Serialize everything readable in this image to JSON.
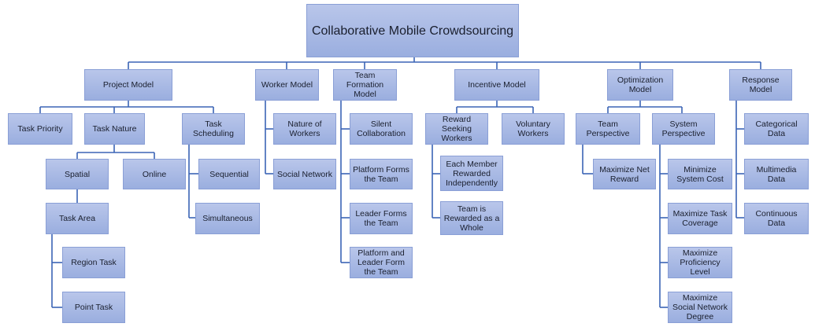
{
  "diagram": {
    "root": "Collaborative Mobile Crowdsourcing",
    "project_model": "Project Model",
    "task_priority": "Task Priority",
    "task_nature": "Task Nature",
    "task_scheduling": "Task Scheduling",
    "spatial": "Spatial",
    "online": "Online",
    "task_area": "Task Area",
    "region_task": "Region Task",
    "point_task": "Point Task",
    "sequential": "Sequential",
    "simultaneous": "Simultaneous",
    "worker_model": "Worker Model",
    "nature_of_workers": "Nature of Workers",
    "social_network": "Social Network",
    "team_formation_model": "Team Formation Model",
    "silent_collaboration": "Silent Collaboration",
    "platform_forms_team": "Platform Forms the Team",
    "leader_forms_team": "Leader Forms the Team",
    "platform_leader_form_team": "Platform and Leader Form the Team",
    "incentive_model": "Incentive Model",
    "reward_seeking_workers": "Reward Seeking Workers",
    "voluntary_workers": "Voluntary Workers",
    "each_member_rewarded": "Each Member Rewarded Independently",
    "team_rewarded_whole": "Team is Rewarded as a Whole",
    "optimization_model": "Optimization Model",
    "team_perspective": "Team Perspective",
    "system_perspective": "System Perspective",
    "maximize_net_reward": "Maximize Net Reward",
    "minimize_system_cost": "Minimize System Cost",
    "maximize_task_coverage": "Maximize Task Coverage",
    "maximize_proficiency_level": "Maximize Proficiency Level",
    "maximize_social_network_degree": "Maximize Social Network Degree",
    "response_model": "Response Model",
    "categorical_data": "Categorical Data",
    "multimedia_data": "Multimedia Data",
    "continuous_data": "Continuous Data"
  }
}
